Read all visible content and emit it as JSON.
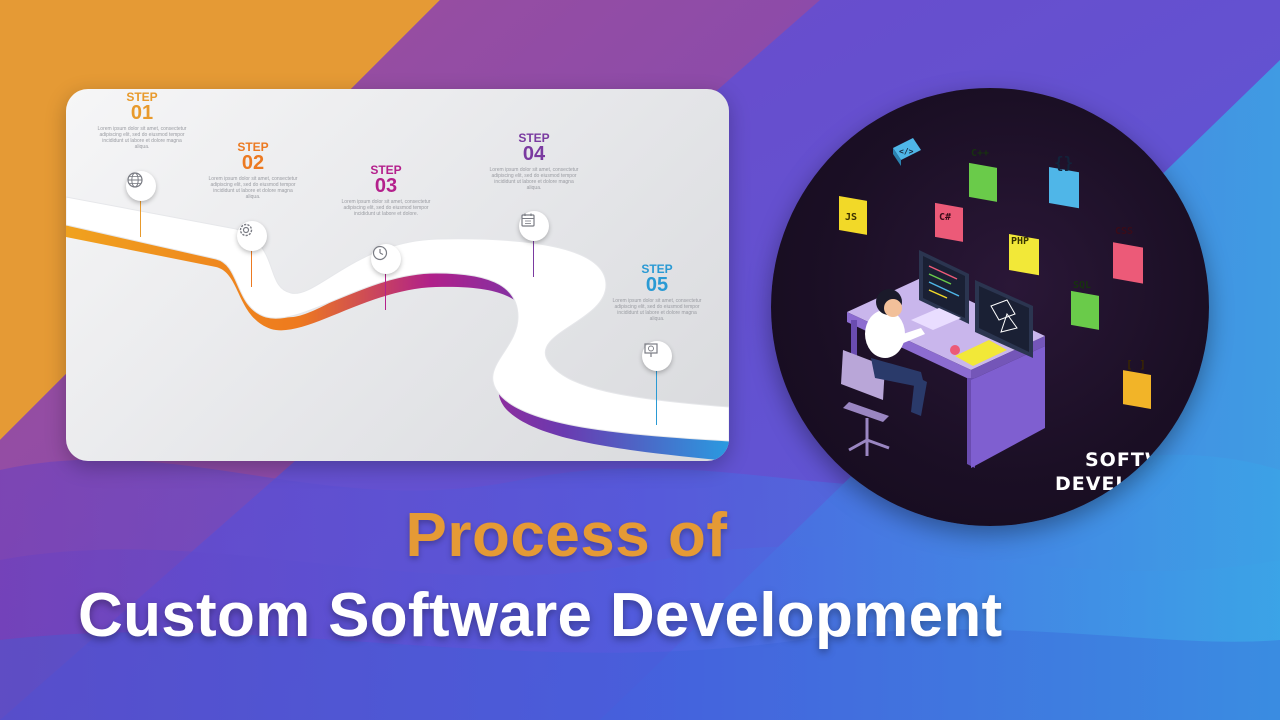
{
  "colors": {
    "orange_corner": "#e59a35",
    "purple_band": "#8a4aa0",
    "violet": "#6a4cc8",
    "blue": "#4a7ae8",
    "cyan": "#3aa6e8",
    "title_accent": "#e59a35",
    "title_main": "#ffffff"
  },
  "roadmap": {
    "steps": [
      {
        "label": "STEP",
        "number": "01",
        "color": "#e89a2c",
        "icon": "globe-icon",
        "desc": "Lorem ipsum dolor sit amet, consectetur adipiscing elit, sed do eiusmod tempor incididunt ut labore et dolore magna aliqua."
      },
      {
        "label": "STEP",
        "number": "02",
        "color": "#ec7a22",
        "icon": "gear-icon",
        "desc": "Lorem ipsum dolor sit amet, consectetur adipiscing elit, sed do eiusmod tempor incididunt ut labore et dolore magna aliqua."
      },
      {
        "label": "STEP",
        "number": "03",
        "color": "#b4208c",
        "icon": "clock-icon",
        "desc": "Lorem ipsum dolor sit amet, consectetur adipiscing elit, sed do eiusmod tempor incididunt ut labore et dolore."
      },
      {
        "label": "STEP",
        "number": "04",
        "color": "#7a3aa0",
        "icon": "calendar-icon",
        "desc": "Lorem ipsum dolor sit amet, consectetur adipiscing elit, sed do eiusmod tempor incididunt ut labore et dolore magna aliqua."
      },
      {
        "label": "STEP",
        "number": "05",
        "color": "#2a9ad4",
        "icon": "presentation-icon",
        "desc": "Lorem ipsum dolor sit amet, consectetur adipiscing elit, sed do eiusmod tempor incididunt ut labore et dolore magna aliqua."
      }
    ]
  },
  "illustration": {
    "badges": [
      "</>",
      "C++",
      "{}",
      "JS",
      "C#",
      "PHP",
      "CSS",
      "SQL",
      "[ ]"
    ],
    "caption_line1": "SOFTWA",
    "caption_line2": "DEVELOP"
  },
  "title": {
    "line1": "Process of",
    "line2": "Custom Software Development"
  }
}
